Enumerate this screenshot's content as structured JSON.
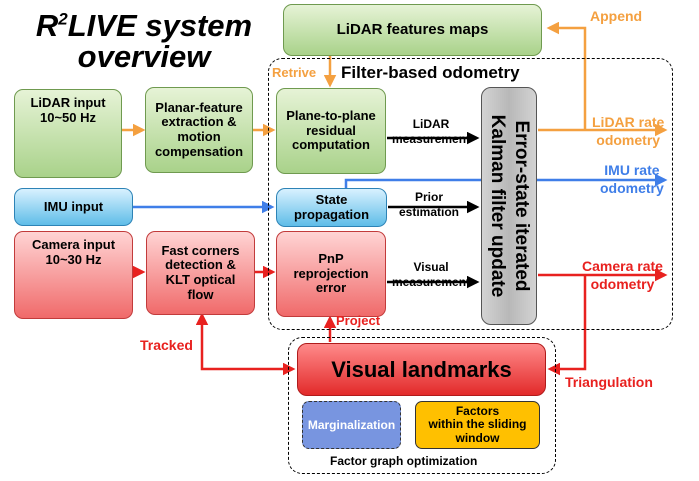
{
  "title": {
    "line1_pre": "R",
    "line1_sup": "2",
    "line1_post": "LIVE system",
    "line2": "overview"
  },
  "nodes": {
    "lidar_maps": "LiDAR features maps",
    "lidar_input": [
      "LiDAR input",
      "10~50 Hz"
    ],
    "planar": [
      "Planar-feature",
      "extraction &",
      "motion",
      "compensation"
    ],
    "p2p": [
      "Plane-to-plane",
      "residual",
      "computation"
    ],
    "imu_input": "IMU input",
    "state_prop": [
      "State",
      "propagation"
    ],
    "camera_input": [
      "Camera input",
      "10~30 Hz"
    ],
    "fast_corners": [
      "Fast corners",
      "detection &",
      "KLT optical",
      "flow"
    ],
    "pnp": [
      "PnP",
      "reprojection",
      "error"
    ],
    "ekf": [
      "Error-state iterated",
      "Kalman filter update"
    ],
    "visual_landmarks": "Visual landmarks",
    "marginalization": "Marginalization",
    "factors": [
      "Factors",
      "within the sliding",
      "window"
    ]
  },
  "groups": {
    "filter_odometry": "Filter-based odometry",
    "factor_graph": "Factor graph optimization"
  },
  "edges": {
    "lidar_measurement": [
      "LiDAR",
      "measurement"
    ],
    "prior_estimation": [
      "Prior",
      "estimation"
    ],
    "visual_measurement": [
      "Visual",
      "measurement"
    ],
    "append": "Append",
    "retrive": "Retrive",
    "project": "Project",
    "tracked": "Tracked",
    "triangulation": "Triangulation"
  },
  "outputs": {
    "lidar_rate": [
      "LiDAR rate",
      "odometry"
    ],
    "imu_rate": [
      "IMU rate",
      "odometry"
    ],
    "camera_rate": [
      "Camera rate",
      "odometry"
    ]
  },
  "colors": {
    "lidar": "#f4a040",
    "imu": "#3f7ee8",
    "camera": "#e8211f",
    "black": "#000000"
  }
}
